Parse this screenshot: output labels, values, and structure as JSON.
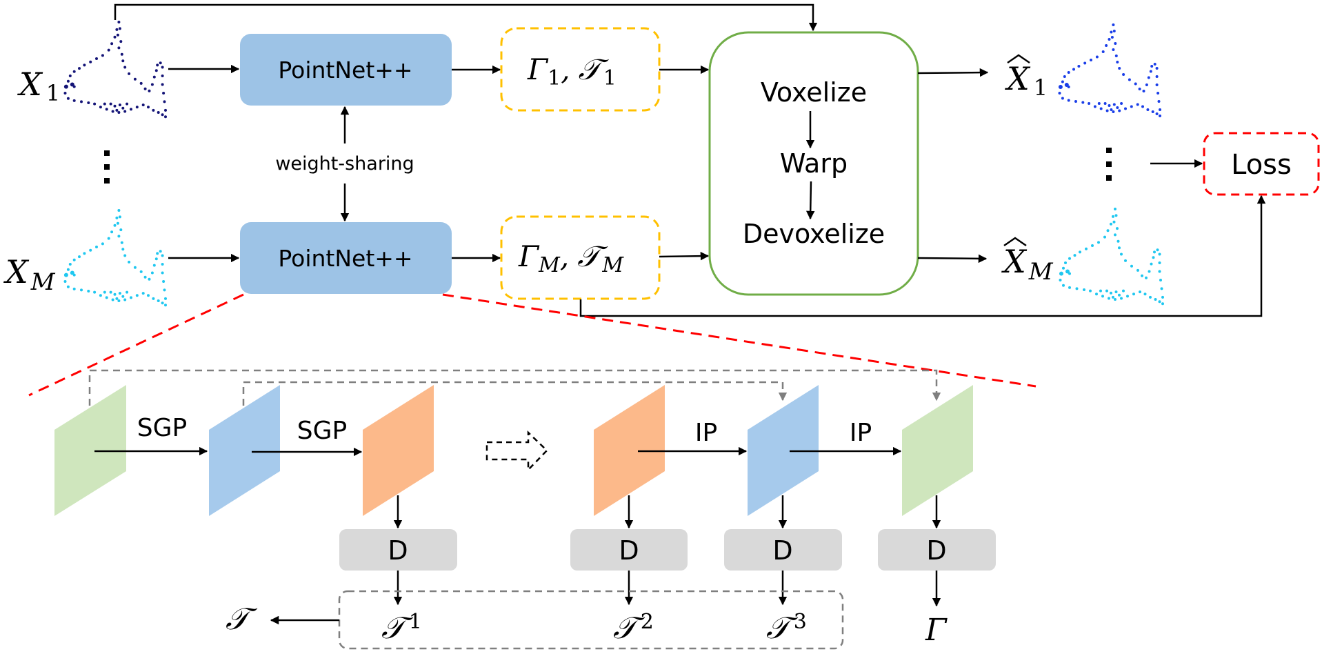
{
  "title": "Point cloud registration pipeline with weight-sharing PointNet++ and voxelized warping",
  "colors": {
    "encoder_fill": "#9dc3e6",
    "param_border": "#ffc000",
    "warp_border": "#70ad47",
    "loss_border": "#ff0000",
    "zoom_line": "#ff0000",
    "skip_line": "#7f7f7f",
    "feature_green": "#cfe6bd",
    "feature_blue": "#a6caec",
    "feature_orange": "#fcb98a",
    "decoder_fill": "#d9d9d9",
    "cloud_input_first": "#141477",
    "cloud_input_last": "#1fc7f0",
    "cloud_output_first": "#1a3ee8",
    "cloud_output_last": "#1fc7f0"
  },
  "top": {
    "inputs": [
      {
        "symbol": "X",
        "subscript": "1"
      },
      {
        "symbol": "X",
        "subscript": "M"
      }
    ],
    "ellipsis": "⋮",
    "encoders": [
      {
        "label": "PointNet++"
      },
      {
        "label": "PointNet++"
      }
    ],
    "weight_sharing_label": "weight-sharing",
    "params": [
      {
        "gamma": "Γ",
        "gamma_sub": "1",
        "sep": ",",
        "tau": "𝒯",
        "tau_sub": "1"
      },
      {
        "gamma": "Γ",
        "gamma_sub": "M",
        "sep": ",",
        "tau": "𝒯",
        "tau_sub": "M"
      }
    ],
    "warp_block": {
      "steps": [
        "Voxelize",
        "Warp",
        "Devoxelize"
      ]
    },
    "outputs": [
      {
        "symbol": "X",
        "hat": "^",
        "subscript": "1"
      },
      {
        "symbol": "X",
        "hat": "^",
        "subscript": "M"
      }
    ],
    "loss_label": "Loss"
  },
  "bottom": {
    "downsample_label": "SGP",
    "upsample_label": "IP",
    "decoder_label": "D",
    "outputs": [
      {
        "symbol": "𝒯",
        "sup": "1"
      },
      {
        "symbol": "𝒯",
        "sup": "2"
      },
      {
        "symbol": "𝒯",
        "sup": "3"
      },
      {
        "symbol": "Γ",
        "sup": ""
      }
    ],
    "aggregate_output": "𝒯"
  }
}
